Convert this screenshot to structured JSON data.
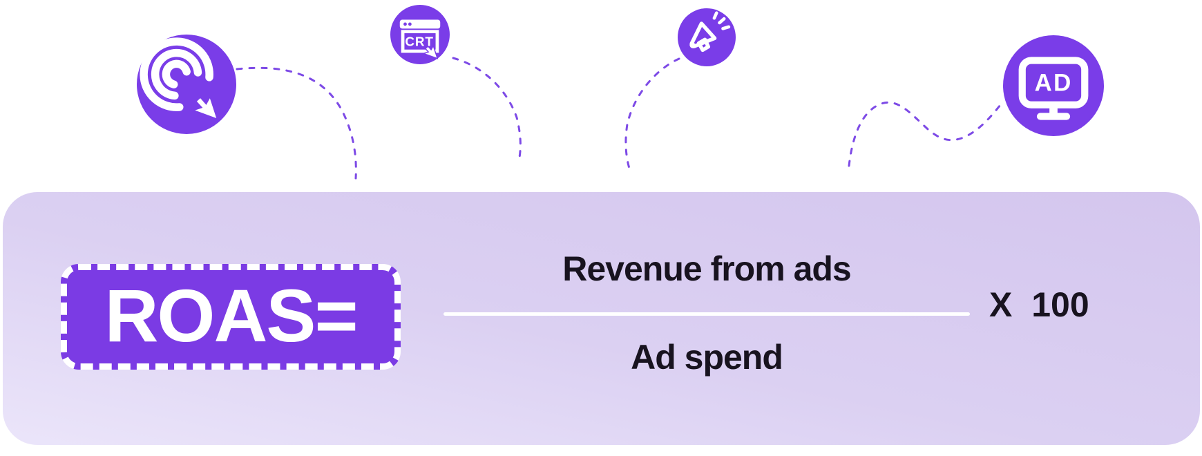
{
  "title": "ROAS formula infographic",
  "formula": {
    "acronym": "ROAS=",
    "numerator": "Revenue from ads",
    "denominator": "Ad spend",
    "multiplier": "X 100"
  },
  "icons": {
    "click": {
      "name": "click-icon"
    },
    "browser": {
      "name": "crt-browser-icon",
      "label": "CRT"
    },
    "megaphone": {
      "name": "megaphone-icon"
    },
    "ad_display": {
      "name": "ad-display-icon",
      "label": "AD"
    }
  },
  "colors": {
    "icon_circle_purple": "#7a3de8",
    "badge_purple": "#7b3be4",
    "card_gradient_light": "#ebe5fa",
    "card_gradient_dark": "#d4c6ee",
    "connector_dash_purple": "#7d4ae6",
    "text_dark": "#18131f",
    "white": "#ffffff"
  }
}
